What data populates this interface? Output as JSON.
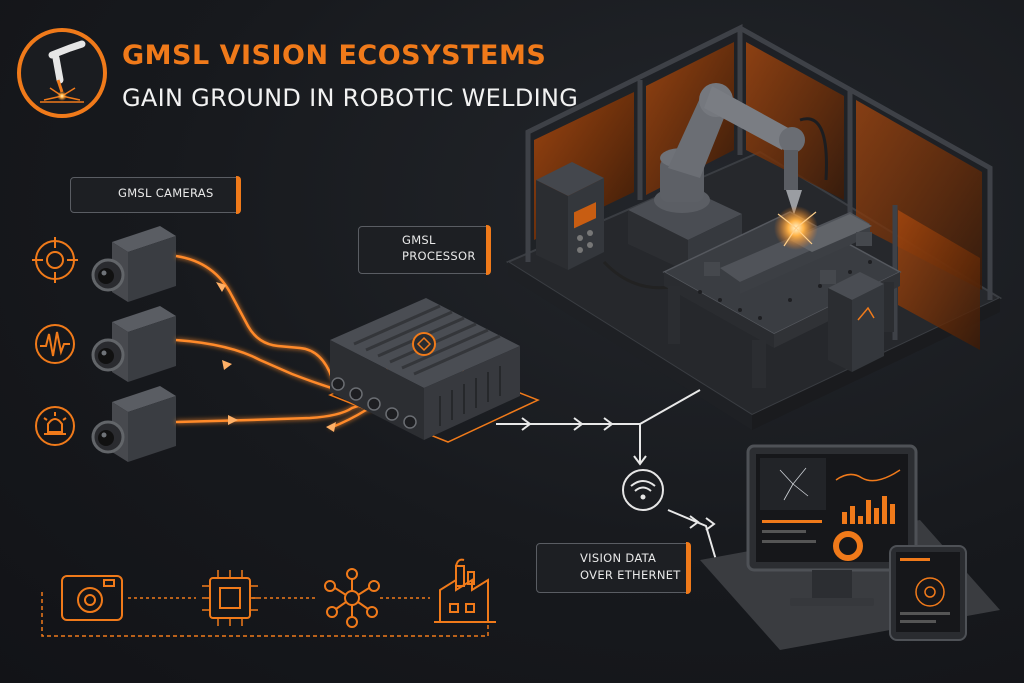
{
  "title": {
    "line1": "GMSL VISION ECOSYSTEMS",
    "line2": "GAIN GROUND IN ROBOTIC WELDING"
  },
  "labels": {
    "cameras": "GMSL CAMERAS",
    "processor_line1": "GMSL",
    "processor_line2": "PROCESSOR",
    "vision_line1": "VISION DATA",
    "vision_line2": "OVER ETHERNET"
  },
  "colors": {
    "accent": "#f07a1a",
    "background": "#17191d",
    "text": "#f2f2f2",
    "outline": "#5a5d63"
  },
  "icons": [
    "welding-torch-icon",
    "camera-pair-icon",
    "target-icon",
    "waveform-icon",
    "sensor-icon",
    "chip-icon",
    "wifi-icon",
    "network-nodes-icon",
    "camera-icon",
    "factory-icon"
  ]
}
